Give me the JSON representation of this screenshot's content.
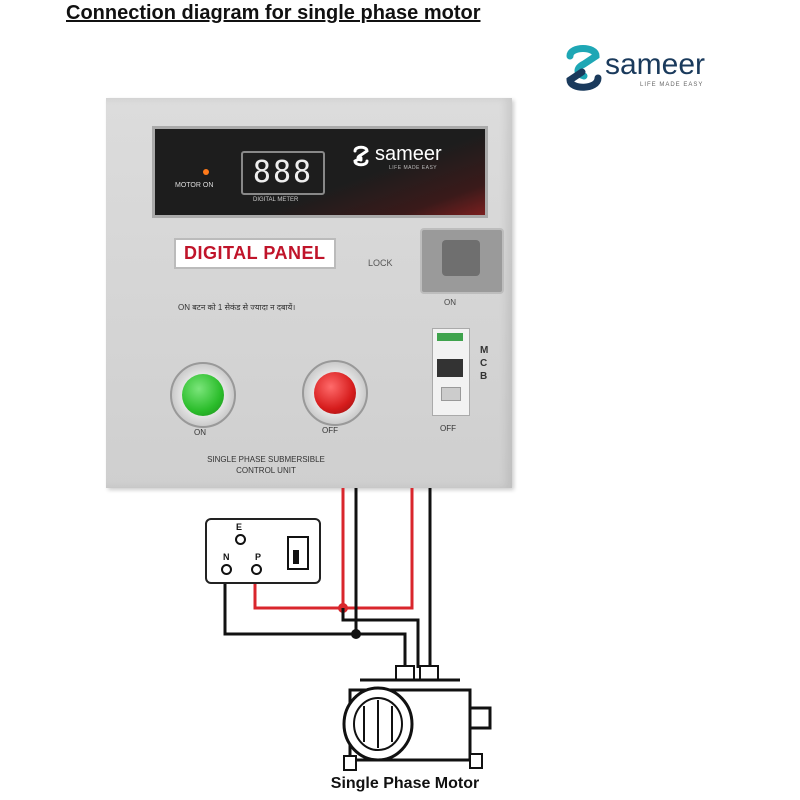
{
  "header": {
    "title": "Connection diagram for single phase motor"
  },
  "brand": {
    "name": "sameer",
    "tagline": "LIFE MADE EASY"
  },
  "panel": {
    "display": {
      "motor_on_label": "MOTOR ON",
      "meter_reading": "888",
      "meter_label": "DIGITAL METER",
      "brand_name": "sameer",
      "brand_tagline": "LIFE MADE EASY"
    },
    "badge": "DIGITAL PANEL",
    "lock_label": "LOCK",
    "lock_on_label": "ON",
    "hindi_note": "ON बटन को 1 सेकंड से ज्यादा न दबायें।",
    "on_button_label": "ON",
    "off_button_label": "OFF",
    "mcb_letters": "M C B",
    "mcb_off_label": "OFF",
    "unit_text_line1": "SINGLE PHASE SUBMERSIBLE",
    "unit_text_line2": "CONTROL UNIT"
  },
  "socket": {
    "e_label": "E",
    "n_label": "N",
    "p_label": "P"
  },
  "motor": {
    "label": "Single Phase Motor"
  },
  "colors": {
    "live_wire": "#d9262c",
    "neutral_wire": "#111111",
    "accent": "#c0142a"
  }
}
